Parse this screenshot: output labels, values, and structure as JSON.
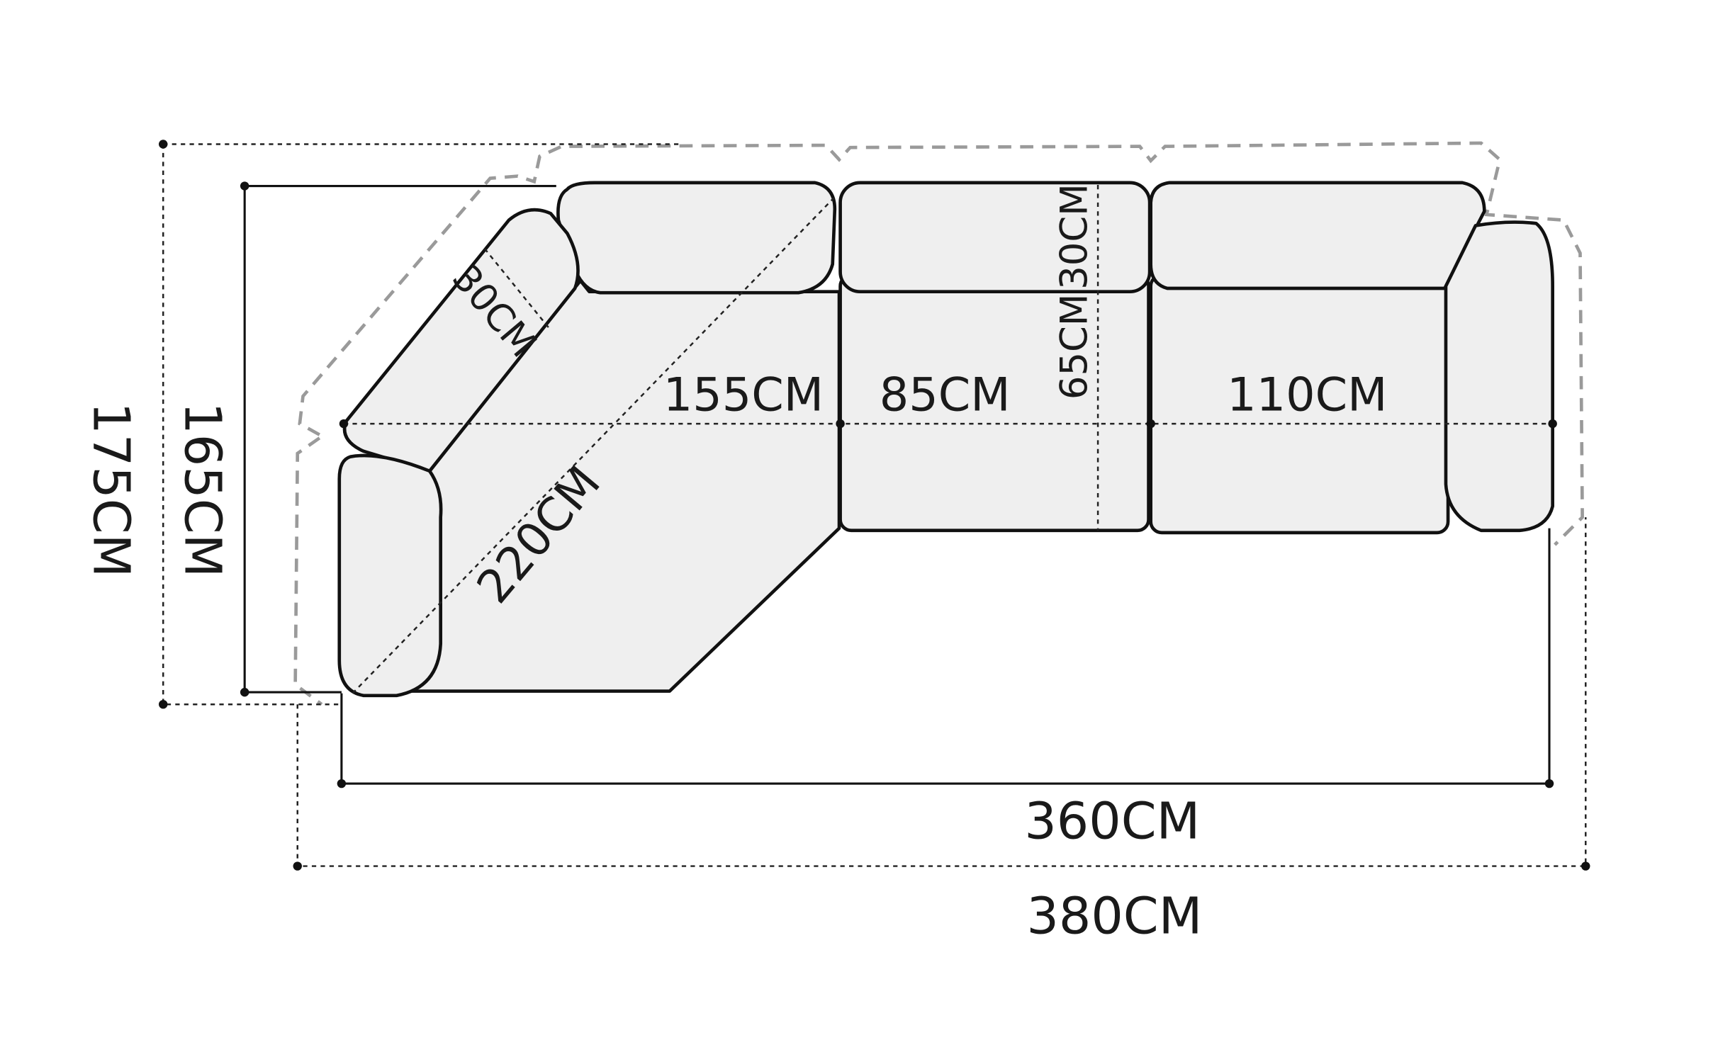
{
  "diagram": {
    "title": "L-shaped sectional sofa dimensions",
    "labels": {
      "total_depth": "175CM",
      "seat_depth_overall": "165CM",
      "corner_width": "155CM",
      "middle_width": "85CM",
      "right_width": "110CM",
      "back_depth": "30CM",
      "seat_depth": "65CM",
      "corner_back_depth": "30CM",
      "diagonal": "220CM",
      "inner_length": "360CM",
      "total_length": "380CM"
    },
    "colors": {
      "fill": "#efefef",
      "outline": "#111111",
      "dashed_outline": "#9a9a9a"
    }
  }
}
